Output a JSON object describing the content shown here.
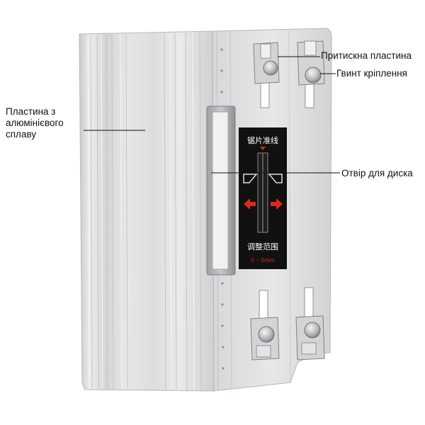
{
  "callouts": {
    "aluminum_plate": "Пластина з алюмінієвого сплаву",
    "clamp_plate": "Притискна пластина",
    "fixing_screw": "Гвинт кріплення",
    "blade_hole": "Отвір для диска"
  },
  "guide_panel": {
    "top_label": "锯片准线",
    "bottom_label": "调整范围",
    "range": "0 ~ 5mm"
  },
  "colors": {
    "aluminum": "#d9dadc",
    "panel": "#111111",
    "arrow_red": "#e0261b",
    "range_text": "#e0261b",
    "label_text": "#111111"
  }
}
